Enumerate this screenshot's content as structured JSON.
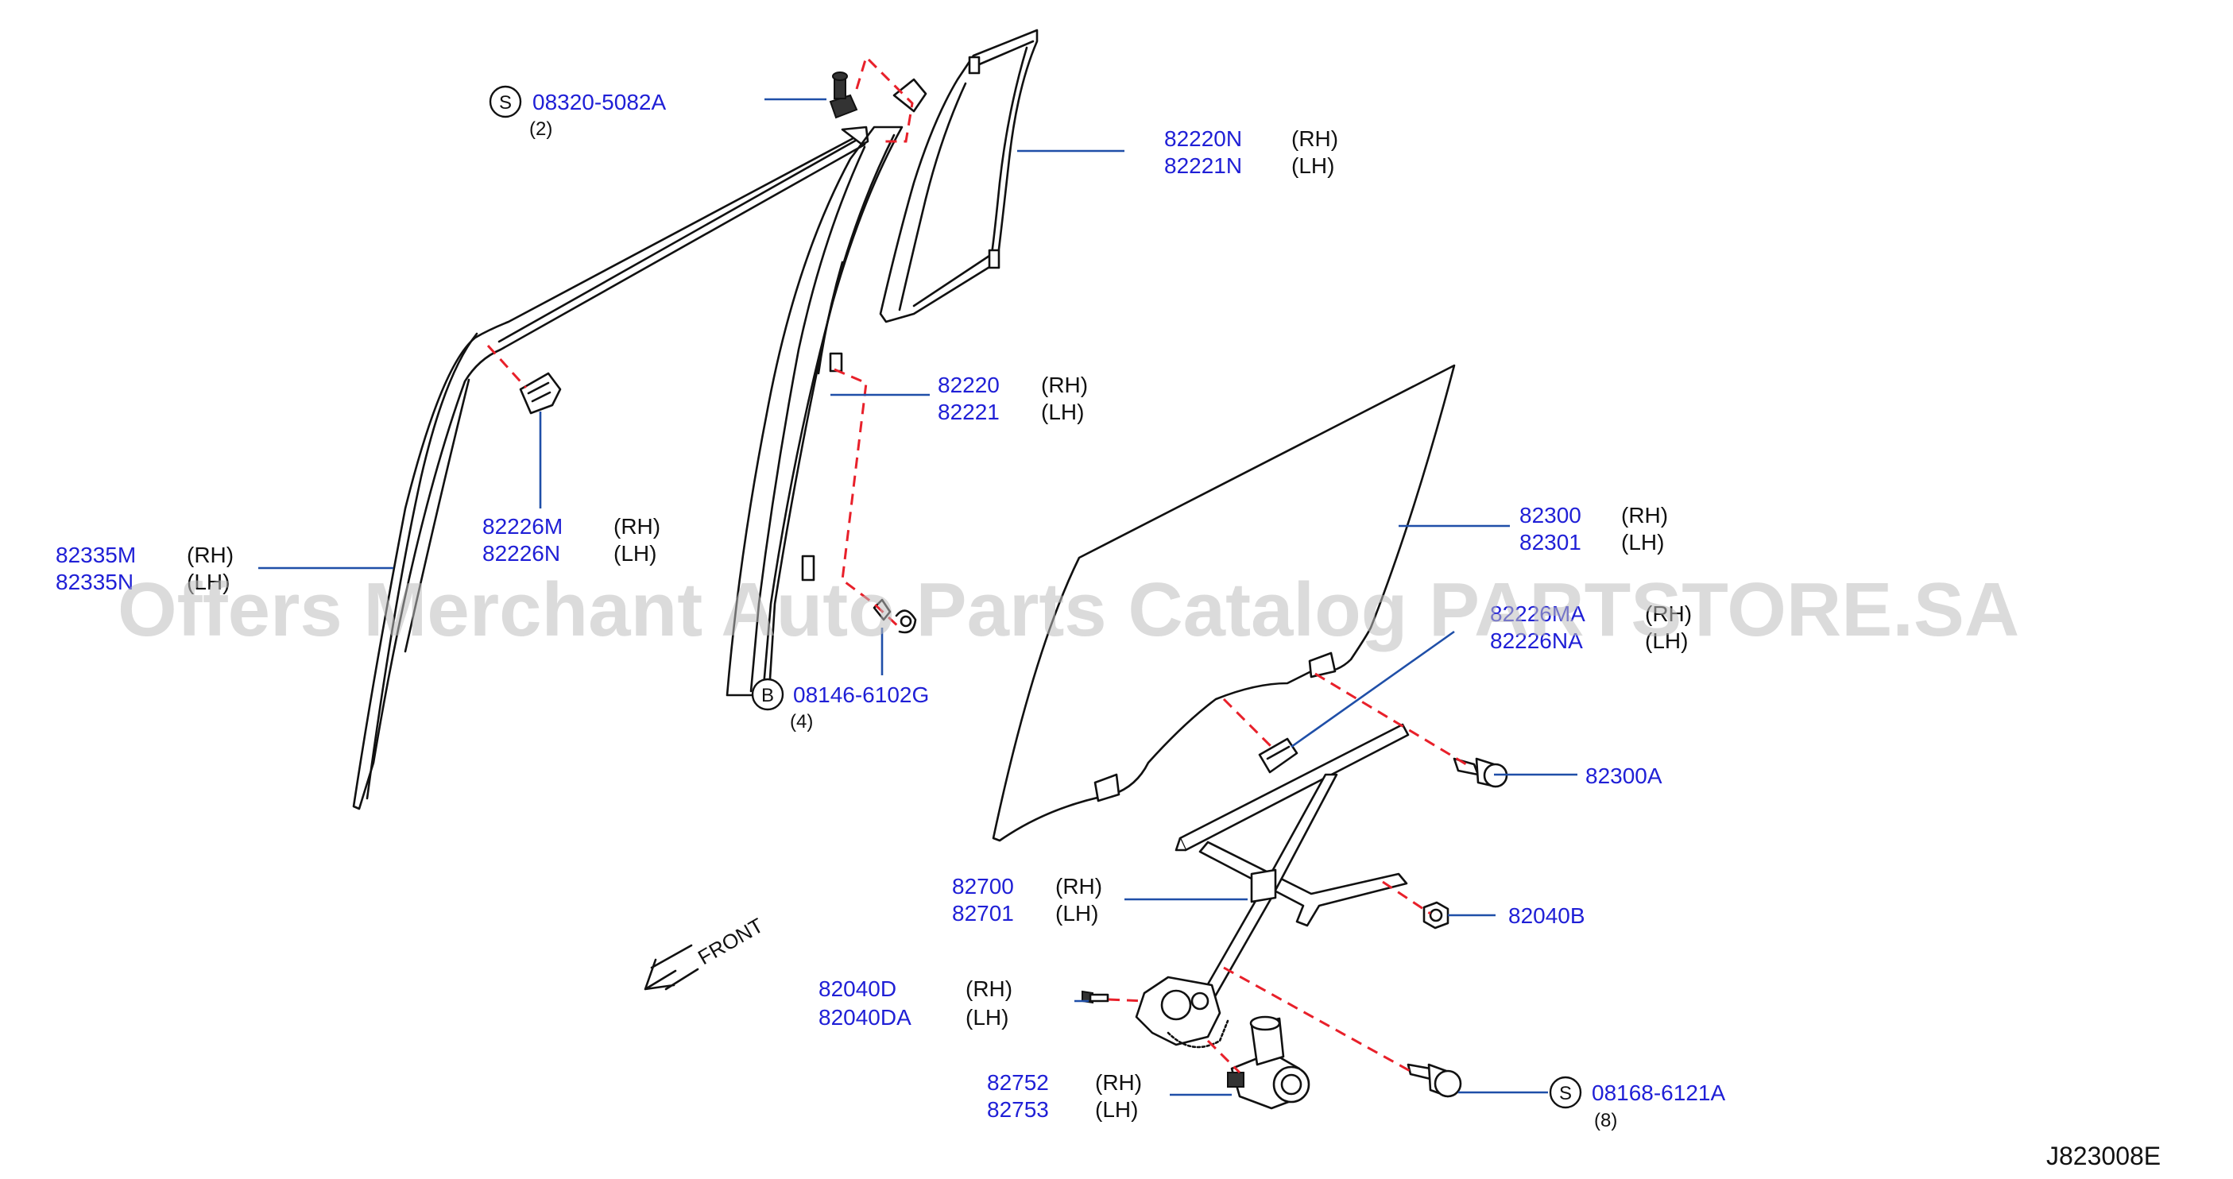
{
  "watermark": "Offers Merchant Auto Parts Catalog PARTSTORE.SA",
  "diagram_code": "J823008E",
  "front_label": "FRONT",
  "callouts": {
    "bolt_s_top": {
      "marker": "S",
      "part": "08320-5082A",
      "qty": "(2)"
    },
    "glass_run_top": {
      "part_rh": "82220N",
      "side_rh": "(RH)",
      "part_lh": "82221N",
      "side_lh": "(LH)"
    },
    "sash": {
      "part_rh": "82220",
      "side_rh": "(RH)",
      "part_lh": "82221",
      "side_lh": "(LH)"
    },
    "bracket_m": {
      "part_rh": "82226M",
      "side_rh": "(RH)",
      "part_lh": "82226N",
      "side_lh": "(LH)"
    },
    "weatherstrip": {
      "part_rh": "82335M",
      "side_rh": "(RH)",
      "part_lh": "82335N",
      "side_lh": "(LH)"
    },
    "bolt_b": {
      "marker": "B",
      "part": "08146-6102G",
      "qty": "(4)"
    },
    "glass": {
      "part_rh": "82300",
      "side_rh": "(RH)",
      "part_lh": "82301",
      "side_lh": "(LH)"
    },
    "bracket_ma": {
      "part_rh": "82226MA",
      "side_rh": "(RH)",
      "part_lh": "82226NA",
      "side_lh": "(LH)"
    },
    "glass_bolt": {
      "part": "82300A"
    },
    "regulator": {
      "part_rh": "82700",
      "side_rh": "(RH)",
      "part_lh": "82701",
      "side_lh": "(LH)"
    },
    "nut": {
      "part": "82040B"
    },
    "regulator_bolt": {
      "part_rh": "82040D",
      "side_rh": "(RH)",
      "part_lh": "82040DA",
      "side_lh": "(LH)"
    },
    "motor": {
      "part_rh": "82752",
      "side_rh": "(RH)",
      "part_lh": "82753",
      "side_lh": "(LH)"
    },
    "bolt_s_bottom": {
      "marker": "S",
      "part": "08168-6121A",
      "qty": "(8)"
    }
  },
  "colors": {
    "part_number": "#1f1fd6",
    "leader": "#1f4fa8",
    "dashed_guide": "#e8202a",
    "line_art": "#111111"
  }
}
